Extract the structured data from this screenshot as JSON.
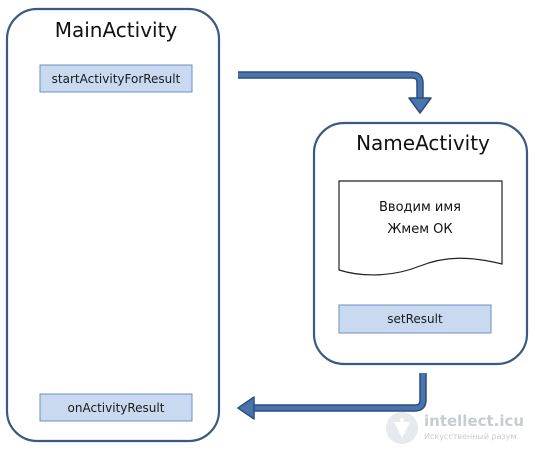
{
  "main_activity": {
    "title": "MainActivity",
    "start_button": "startActivityForResult",
    "result_button": "onActivityResult"
  },
  "name_activity": {
    "title": "NameActivity",
    "document": {
      "line1": "Вводим имя",
      "line2": "Жмем ОК"
    },
    "set_result_button": "setResult"
  },
  "watermark": {
    "brand": "intellect.icu",
    "tagline": "Искусственный разум"
  },
  "colors": {
    "box_border": "#3a5a84",
    "button_fill": "#c9daf0",
    "button_border": "#6f8fbf",
    "arrow": "#3f67a0",
    "arrow_outline": "#2c4d7c"
  }
}
